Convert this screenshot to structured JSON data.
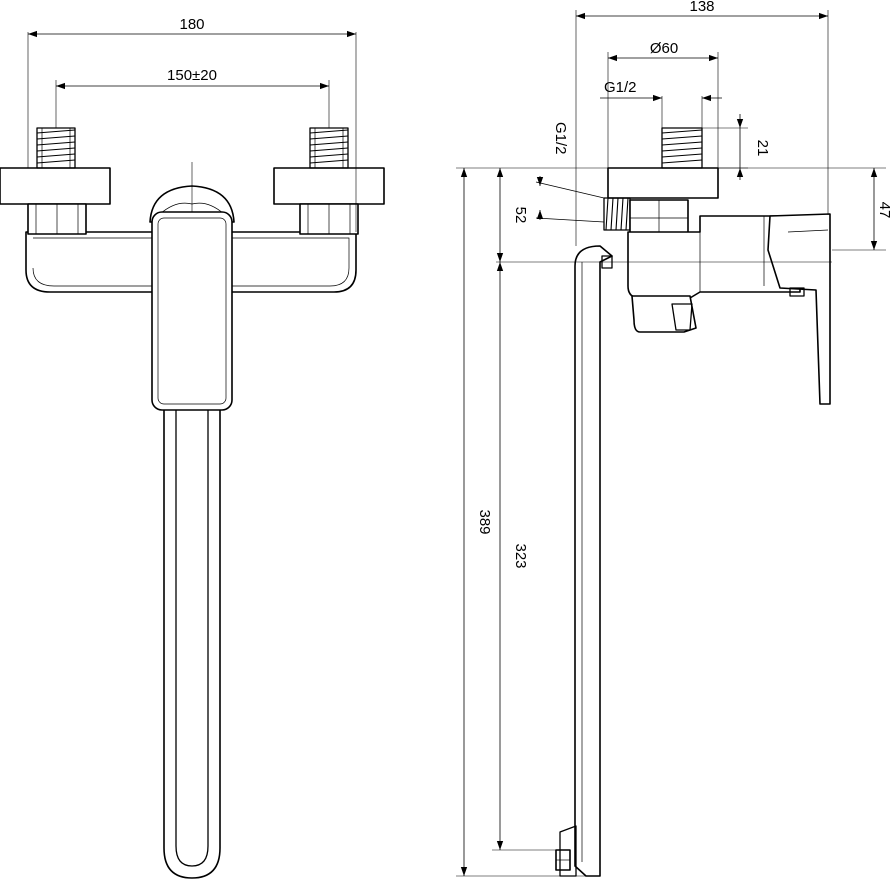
{
  "drawing": {
    "front_view": {
      "dimensions": {
        "overall_width": "180",
        "inlet_spacing": "150±20"
      }
    },
    "side_view": {
      "dimensions": {
        "overall_depth": "138",
        "flange_diameter": "Ø60",
        "thread_top": "G1/2",
        "thread_side": "G1/2",
        "thread_length": "21",
        "body_height": "47",
        "inlet_to_axis": "52",
        "overall_height": "389",
        "spout_length": "323"
      }
    }
  }
}
